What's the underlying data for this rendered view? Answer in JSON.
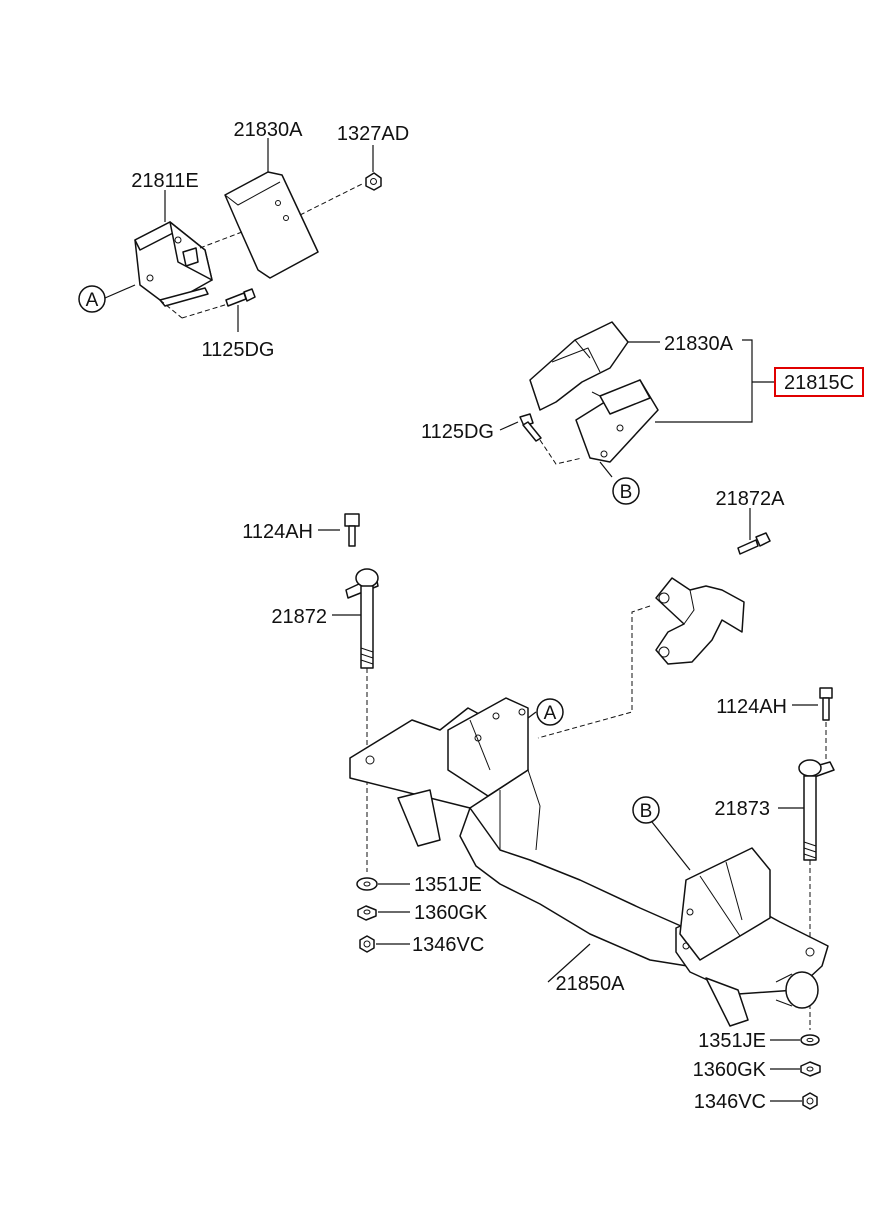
{
  "callouts": {
    "p21830A_top": "21830A",
    "p1327AD": "1327AD",
    "p21811E": "21811E",
    "p1125DG_top": "1125DG",
    "p21830A_mid": "21830A",
    "p21815C": "21815C",
    "p1125DG_mid": "1125DG",
    "p21872A": "21872A",
    "p1124AH_left": "1124AH",
    "p21872": "21872",
    "p1124AH_right": "1124AH",
    "p21873": "21873",
    "p1351JE_left": "1351JE",
    "p1360GK_left": "1360GK",
    "p1346VC_left": "1346VC",
    "p21850A": "21850A",
    "p1351JE_right": "1351JE",
    "p1360GK_right": "1360GK",
    "p1346VC_right": "1346VC"
  },
  "markers": {
    "a_top": "A",
    "b_mid": "B",
    "a_frame": "A",
    "b_frame": "B"
  },
  "highlight_color": "#e00000"
}
